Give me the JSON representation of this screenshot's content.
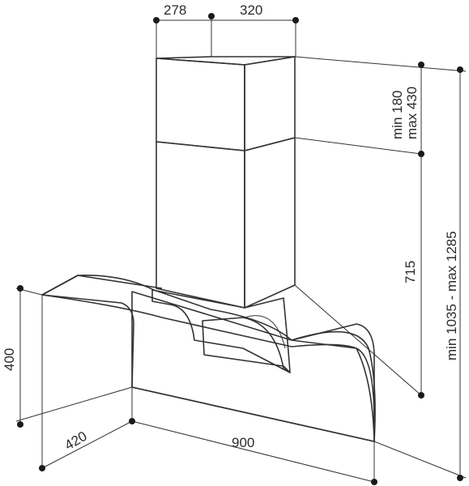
{
  "dimensions": {
    "top_width": "278",
    "top_depth": "320",
    "chimney_adjust": "min 180\nmax 430",
    "chimney_adjust_line1": "min 180",
    "chimney_adjust_line2": "max 430",
    "lower_height": "715",
    "total_height": "min 1035 - max 1285",
    "glass_height": "400",
    "depth": "420",
    "width": "900"
  },
  "colors": {
    "chimney_front": "#d9dbdb",
    "chimney_side": "#f2f2f2",
    "chimney_top": "#e8e8e8",
    "glass": "#e3f2e3",
    "glass_edge": "#cfe6cf",
    "line": "#333333",
    "dot": "#1a1a1a"
  }
}
